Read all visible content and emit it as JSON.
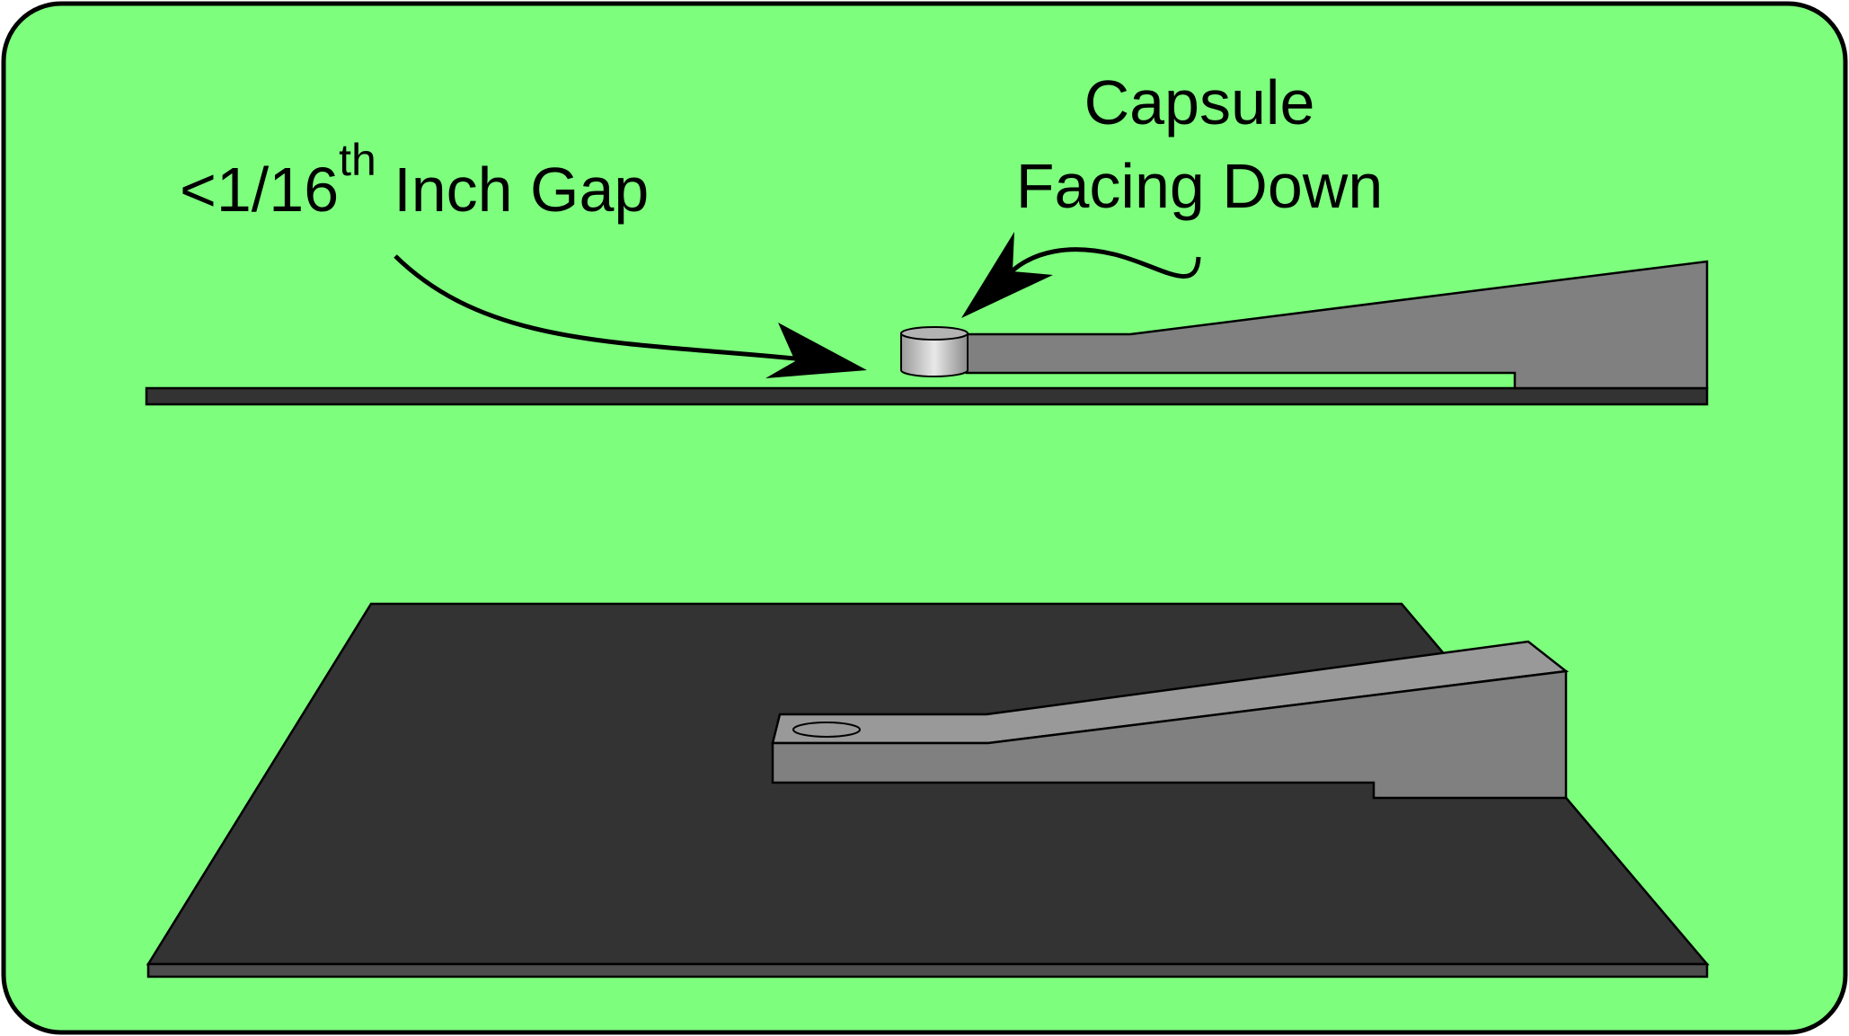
{
  "labels": {
    "gap_prefix": "<1/16",
    "gap_sup": "th",
    "gap_suffix": " Inch Gap",
    "capsule_line1": "Capsule",
    "capsule_line2": "Facing Down"
  },
  "colors": {
    "background": "#7dff7d",
    "base_plate": "#333333",
    "arm_side": "#808080",
    "arm_top": "#999999",
    "capsule_light": "#e6e6e6",
    "capsule_dark": "#999999",
    "outline": "#000000"
  }
}
